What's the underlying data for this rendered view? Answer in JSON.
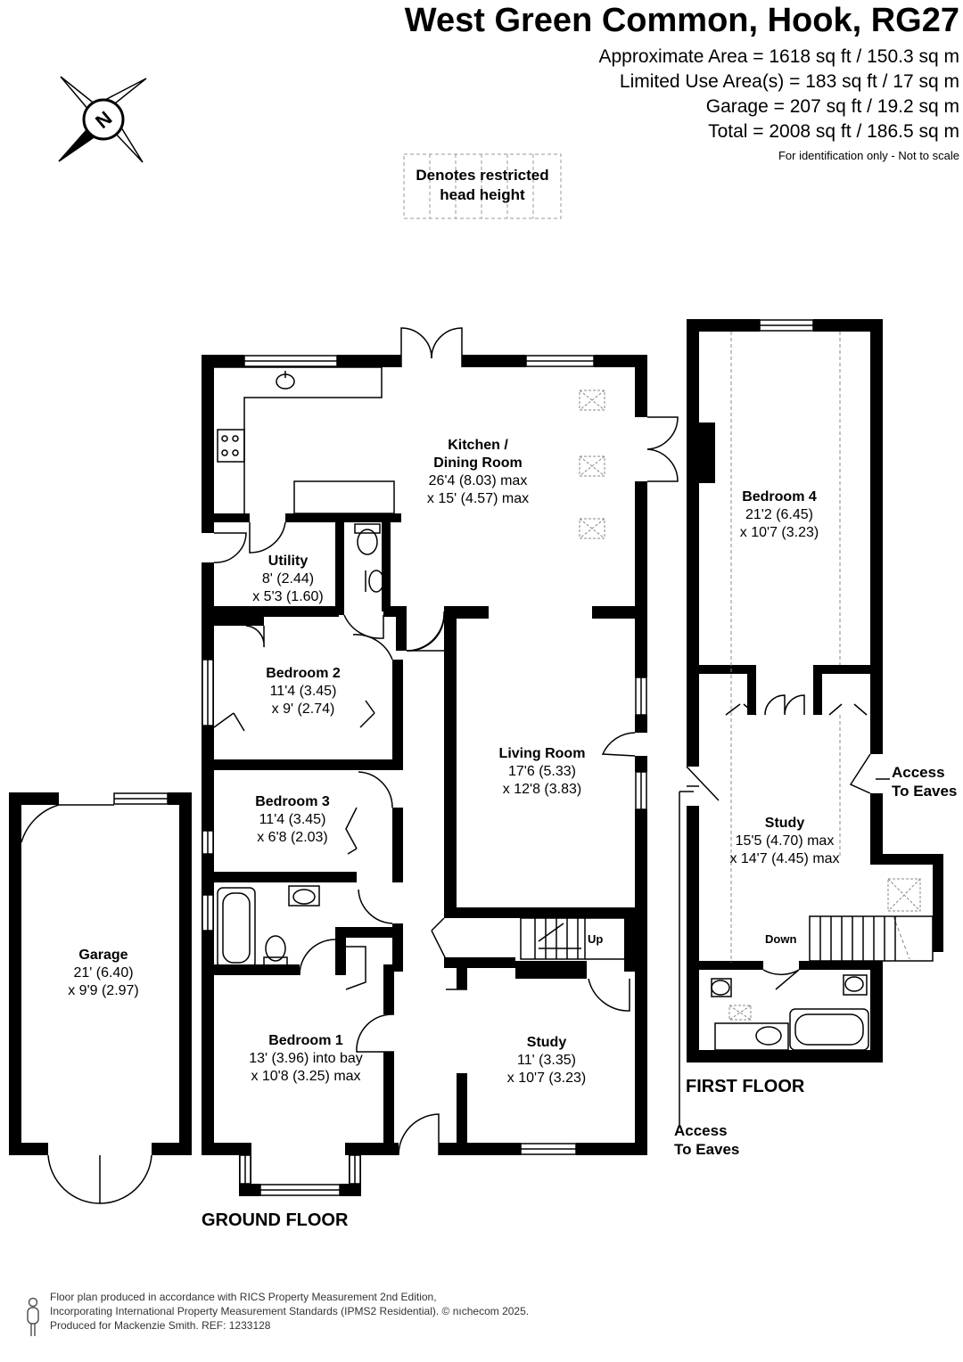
{
  "header": {
    "title": "West Green Common, Hook, RG27",
    "areas": [
      "Approximate Area = 1618 sq ft / 150.3 sq m",
      "Limited Use Area(s) = 183 sq ft / 17 sq m",
      "Garage = 207 sq ft / 19.2 sq m",
      "Total = 2008 sq ft / 186.5 sq m"
    ],
    "disclaimer": "For identification only - Not to scale"
  },
  "compass": {
    "letter": "N",
    "icon": "compass-north-icon"
  },
  "legend": {
    "line1": "Denotes restricted",
    "line2": "head height"
  },
  "ground_floor": {
    "label": "GROUND FLOOR",
    "rooms": {
      "kitchen": {
        "name1": "Kitchen /",
        "name2": "Dining Room",
        "dim1": "26'4 (8.03) max",
        "dim2": "x 15' (4.57) max"
      },
      "utility": {
        "name": "Utility",
        "dim1": "8' (2.44)",
        "dim2": "x 5'3 (1.60)"
      },
      "bedroom2": {
        "name": "Bedroom 2",
        "dim1": "11'4 (3.45)",
        "dim2": "x 9' (2.74)"
      },
      "bedroom3": {
        "name": "Bedroom 3",
        "dim1": "11'4 (3.45)",
        "dim2": "x 6'8 (2.03)"
      },
      "living": {
        "name": "Living Room",
        "dim1": "17'6 (5.33)",
        "dim2": "x 12'8 (3.83)"
      },
      "bedroom1": {
        "name": "Bedroom 1",
        "dim1": "13' (3.96) into bay",
        "dim2": "x 10'8 (3.25) max"
      },
      "study": {
        "name": "Study",
        "dim1": "11' (3.35)",
        "dim2": "x 10'7 (3.23)"
      },
      "garage": {
        "name": "Garage",
        "dim1": "21' (6.40)",
        "dim2": "x 9'9 (2.97)"
      }
    },
    "stairs_label": "Up"
  },
  "first_floor": {
    "label": "FIRST FLOOR",
    "rooms": {
      "bedroom4": {
        "name": "Bedroom 4",
        "dim1": "21'2 (6.45)",
        "dim2": "x 10'7 (3.23)"
      },
      "study": {
        "name": "Study",
        "dim1": "15'5 (4.70) max",
        "dim2": "x 14'7 (4.45) max"
      }
    },
    "stairs_label": "Down",
    "access_right": {
      "line1": "Access",
      "line2": "To Eaves"
    },
    "access_bottom": {
      "line1": "Access",
      "line2": "To Eaves"
    }
  },
  "footer": {
    "line1": "Floor plan produced in accordance with RICS Property Measurement 2nd Edition,",
    "line2": "Incorporating International Property Measurement Standards (IPMS2 Residential).  © nıchecom 2025.",
    "line3": "Produced for Mackenzie Smith.   REF: 1233128",
    "icon": "person-scale-icon"
  }
}
